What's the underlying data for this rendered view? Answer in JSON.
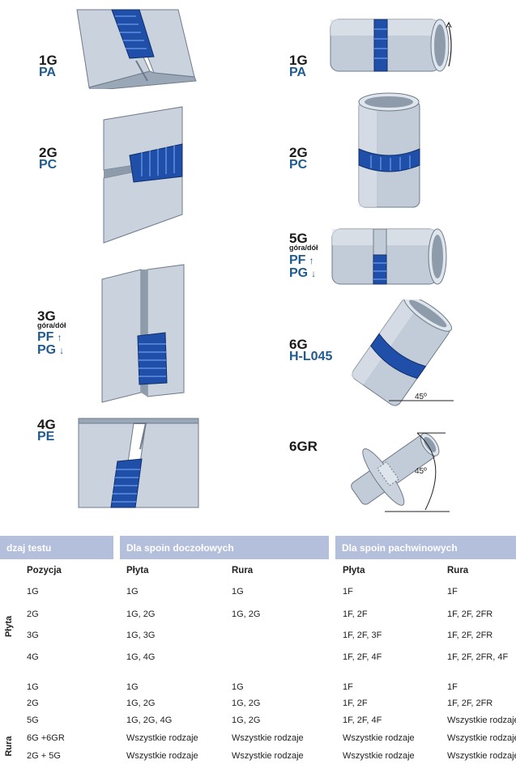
{
  "positions": {
    "plate": [
      {
        "code": "1G",
        "pos": "PA"
      },
      {
        "code": "2G",
        "pos": "PC"
      },
      {
        "code": "3G",
        "sub": "góra/dół",
        "pos1": "PF",
        "pos2": "PG",
        "arrow1": "↑",
        "arrow2": "↓"
      },
      {
        "code": "4G",
        "pos": "PE"
      }
    ],
    "pipe": [
      {
        "code": "1G",
        "pos": "PA"
      },
      {
        "code": "2G",
        "pos": "PC"
      },
      {
        "code": "5G",
        "sub": "góra/dół",
        "pos1": "PF",
        "pos2": "PG",
        "arrow1": "↑",
        "arrow2": "↓"
      },
      {
        "code": "6G",
        "pos": "H-L045",
        "angle": "45º"
      },
      {
        "code": "6GR",
        "angle": "45º"
      }
    ]
  },
  "table": {
    "group_headers": [
      "dzaj testu",
      "Dla spoin doczołowych",
      "Dla spoin pachwinowych"
    ],
    "col_headers": [
      "Pozycja",
      "Płyta",
      "Rura",
      "Płyta",
      "Rura"
    ],
    "row_groups": [
      {
        "label": "Płyta",
        "rows": [
          [
            "1G",
            "1G",
            "1G",
            "1F",
            "1F"
          ],
          [
            "2G",
            "1G, 2G",
            "1G, 2G",
            "1F, 2F",
            "1F, 2F, 2FR"
          ],
          [
            "3G",
            "1G, 3G",
            "",
            "1F, 2F, 3F",
            "1F, 2F, 2FR"
          ],
          [
            "4G",
            "1G, 4G",
            "",
            "1F, 2F, 4F",
            "1F, 2F, 2FR, 4F"
          ]
        ]
      },
      {
        "label": "Rura",
        "rows": [
          [
            "1G",
            "1G",
            "1G",
            "1F",
            "1F"
          ],
          [
            "2G",
            "1G, 2G",
            "1G, 2G",
            "1F, 2F",
            "1F, 2F, 2FR"
          ],
          [
            "5G",
            "1G, 2G, 4G",
            "1G, 2G",
            "1F, 2F, 4F",
            "Wszystkie rodzaje"
          ],
          [
            "6G +6GR",
            "Wszystkie rodzaje",
            "Wszystkie rodzaje",
            "Wszystkie rodzaje",
            "Wszystkie rodzaje"
          ],
          [
            "2G + 5G",
            "Wszystkie rodzaje",
            "Wszystkie rodzaje",
            "Wszystkie rodzaje",
            "Wszystkie rodzaje"
          ]
        ]
      }
    ]
  },
  "colors": {
    "steel": "#c9d2dd",
    "steel_dark": "#7d8a99",
    "weld": "#1f4fa8",
    "header": "#b4bfdb",
    "label": "#1f5b8f"
  }
}
